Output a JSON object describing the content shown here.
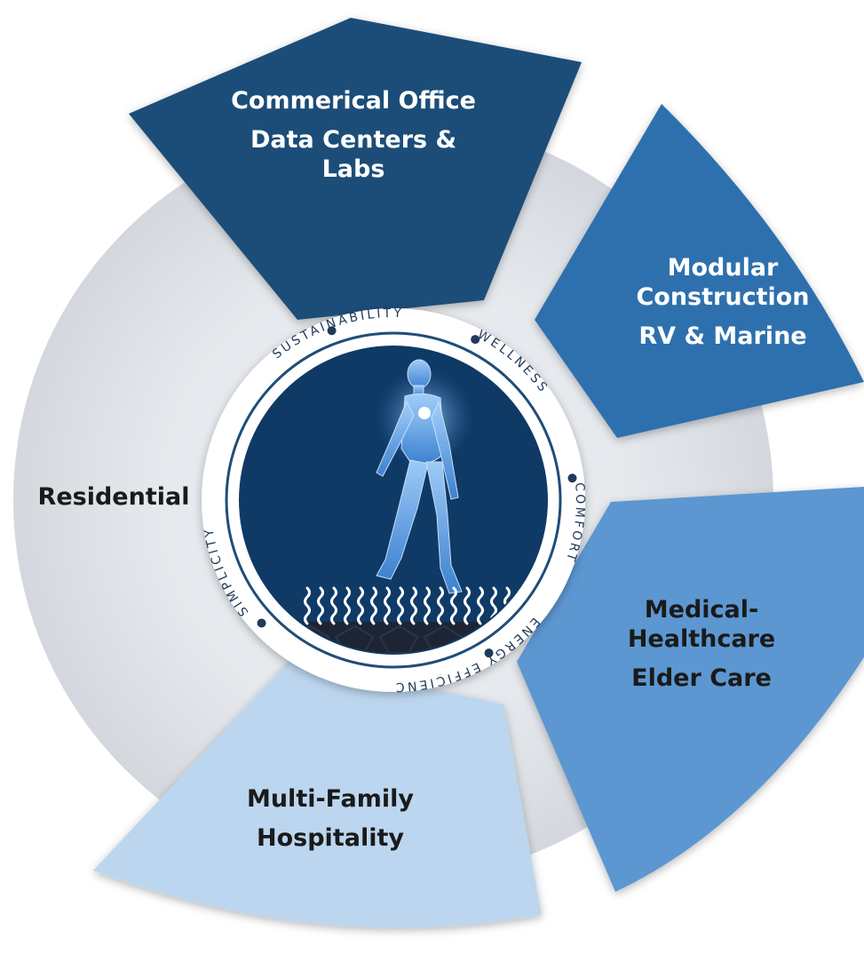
{
  "colors": {
    "background": "#ffffff",
    "ring_light": "#d9dde2",
    "commercial": "#1f4d78",
    "modular": "#2e6fae",
    "medical": "#5b97d2",
    "multifamily": "#bcd6ef",
    "center_bg": "#0f3a66",
    "center_border": "#1f4d78",
    "heat_waves": "#ffffff"
  },
  "segments": [
    {
      "id": "commercial",
      "lines": [
        "Commerical Office",
        "",
        "Data Centers &",
        "Labs"
      ],
      "text_color": "#ffffff"
    },
    {
      "id": "modular",
      "lines": [
        "Modular",
        "Construction",
        "",
        "RV & Marine"
      ],
      "text_color": "#ffffff"
    },
    {
      "id": "medical",
      "lines": [
        "Medical-",
        "Healthcare",
        "",
        "Elder Care"
      ],
      "text_color": "#1a1a1a"
    },
    {
      "id": "multifamily",
      "lines": [
        "Multi-Family",
        "",
        "Hospitality"
      ],
      "text_color": "#1a1a1a"
    },
    {
      "id": "residential",
      "lines": [
        "Residential"
      ],
      "text_color": "#1a1a1a"
    }
  ],
  "badge": {
    "ring_words": [
      "WELLNESS",
      "COMFORT",
      "ENERGY EFFICIENCY",
      "SIMPLICITY",
      "SUSTAINABILITY"
    ],
    "center_icon": "walking-human-figure-icon",
    "floor_icon": "heat-waves-icon"
  }
}
